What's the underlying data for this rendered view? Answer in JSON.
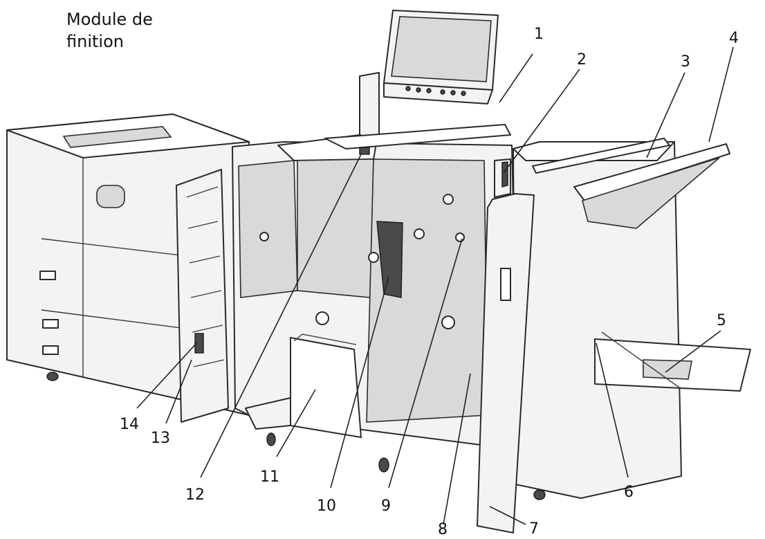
{
  "title": {
    "line1": "Module de",
    "line2": "finition"
  },
  "callouts": [
    "1",
    "2",
    "3",
    "4",
    "5",
    "6",
    "7",
    "8",
    "9",
    "10",
    "11",
    "12",
    "13",
    "14"
  ]
}
